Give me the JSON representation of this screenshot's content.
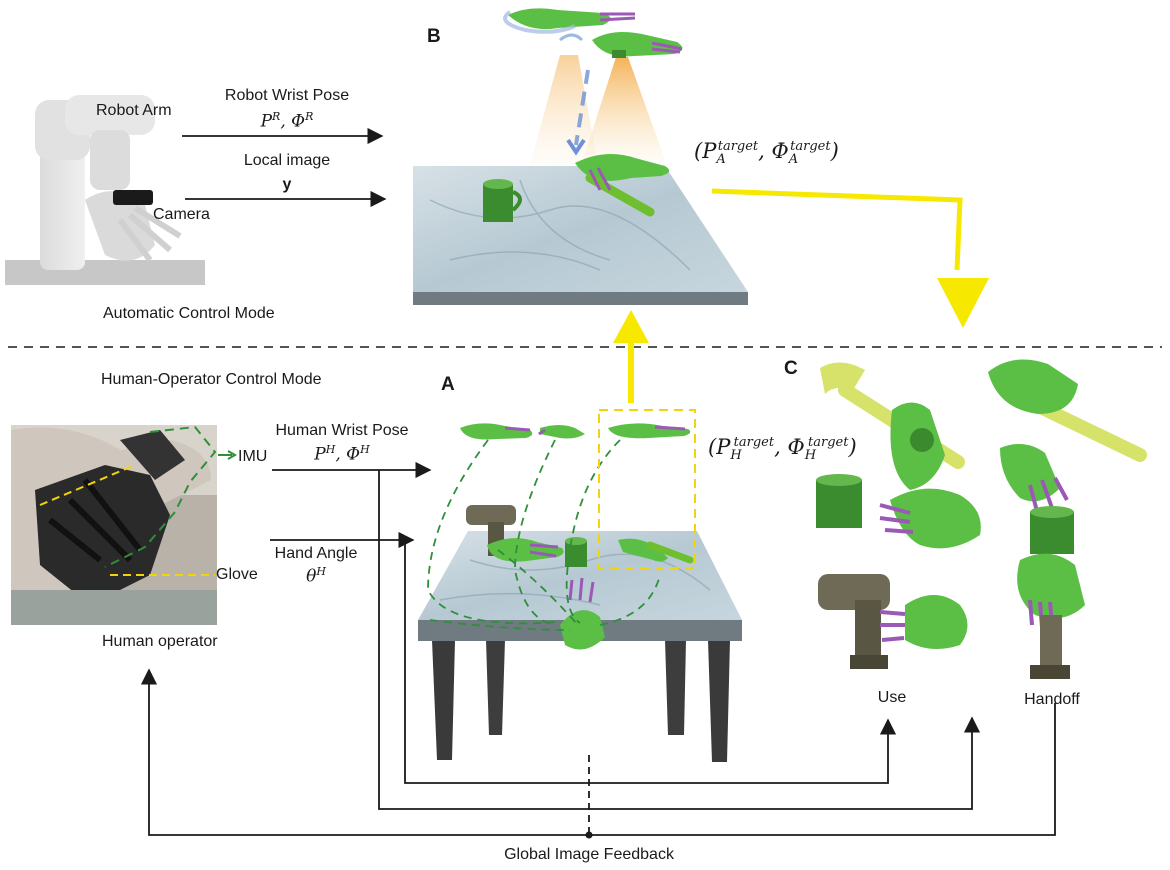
{
  "panels": {
    "a": "A",
    "b": "B",
    "c": "C"
  },
  "modes": {
    "automatic": "Automatic Control Mode",
    "human": "Human-Operator Control Mode"
  },
  "automatic": {
    "robot_arm": "Robot Arm",
    "camera": "Camera",
    "wrist_pose_title": "Robot Wrist Pose",
    "wrist_pose_symbol": "P^R, Φ^R",
    "local_image_title": "Local image",
    "local_image_symbol": "y",
    "target_A": "(P_A^target, Φ_A^target)"
  },
  "human": {
    "imu": "IMU",
    "glove": "Glove",
    "operator": "Human operator",
    "wrist_pose_title": "Human Wrist Pose",
    "wrist_pose_symbol": "P^H, Φ^H",
    "hand_angle_title": "Hand Angle",
    "hand_angle_symbol": "θ^H",
    "target_H": "(P_H^target, Φ_H^target)"
  },
  "grasp_types": {
    "use": "Use",
    "handoff": "Handoff"
  },
  "feedback": "Global Image Feedback",
  "colors": {
    "arrow_yellow": "#f7e800",
    "hand_green": "#4fae3a",
    "dashed_green": "#2f8f3a",
    "table_top": "#b9ccd6",
    "table_edge": "#6f7b80",
    "dashed_yellow": "#f1d50a"
  }
}
